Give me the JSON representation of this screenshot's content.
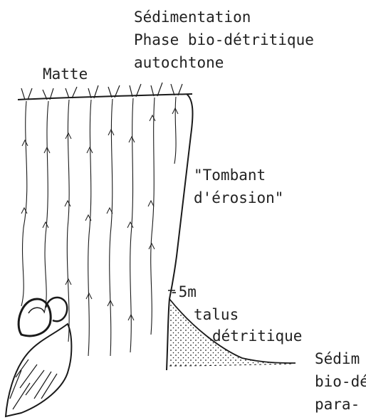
{
  "labels": {
    "sedimentation_title": "Sédimentation",
    "phase_line": "Phase bio-détritique",
    "autochtone": "autochtone",
    "matte": "Matte",
    "tombant_1": "\"Tombant",
    "tombant_2": "d'érosion\"",
    "depth": "-5m",
    "talus_1": "talus",
    "talus_2": "détritique",
    "sed_right_1": "Sédim",
    "sed_right_2": "bio-dé",
    "sed_right_3": "para-",
    "bottom_fragment": "..."
  },
  "colors": {
    "ink": "#1a1a1a",
    "paper": "#ffffff"
  }
}
